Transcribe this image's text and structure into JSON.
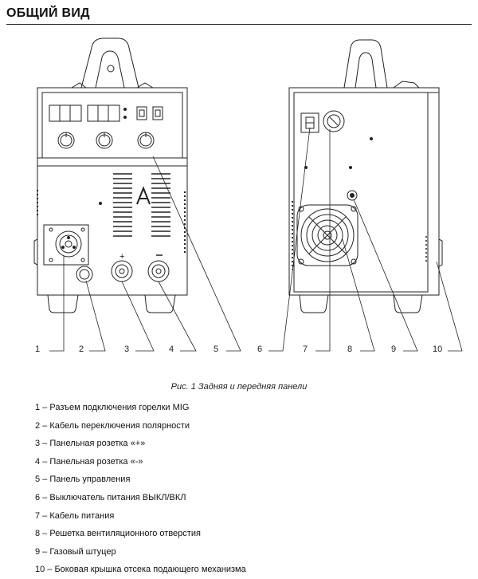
{
  "page": {
    "title": "ОБЩИЙ ВИД"
  },
  "figure": {
    "caption": "Рис. 1 Задняя и передняя панели",
    "callouts": [
      "1",
      "2",
      "3",
      "4",
      "5",
      "6",
      "7",
      "8",
      "9",
      "10"
    ]
  },
  "legend": [
    "1 – Разъем подключения горелки MIG",
    "2 – Кабель переключения полярности",
    "3 – Панельная розетка «+»",
    "4 – Панельная розетка «-»",
    "5 – Панель управления",
    "6 – Выключатель питания ВЫКЛ/ВКЛ",
    "7 – Кабель питания",
    "8 – Решетка вентиляционного отверстия",
    "9 – Газовый штуцер",
    "10 – Боковая крышка отсека подающего механизма"
  ],
  "colors": {
    "line": "#222222",
    "background": "#ffffff"
  }
}
